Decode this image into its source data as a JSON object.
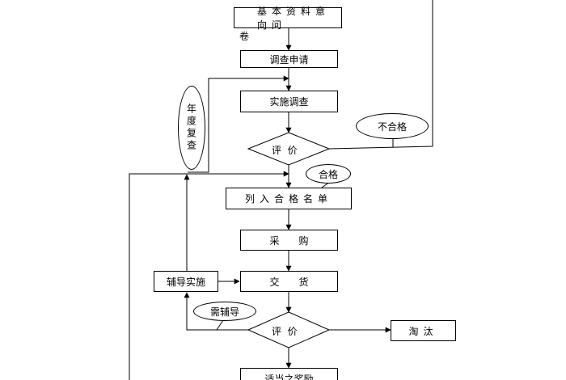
{
  "flowchart": {
    "box_questionnaire_line1": "基本资料意向问",
    "box_questionnaire_line2": "卷",
    "box_apply": "调查申请",
    "box_implement": "实施调查",
    "diamond_eval_1": "评  价",
    "label_annual_review": "年度复查",
    "label_unqualified": "不合格",
    "label_qualified": "合格",
    "box_qualified_list": "列入合格名单",
    "box_purchase": "采购",
    "box_delivery": "交货",
    "box_coaching": "辅导实施",
    "label_needs_coaching": "需辅导",
    "diamond_eval_2": "评  价",
    "box_eliminate": "淘汰",
    "box_reward": "适当之奖励"
  }
}
